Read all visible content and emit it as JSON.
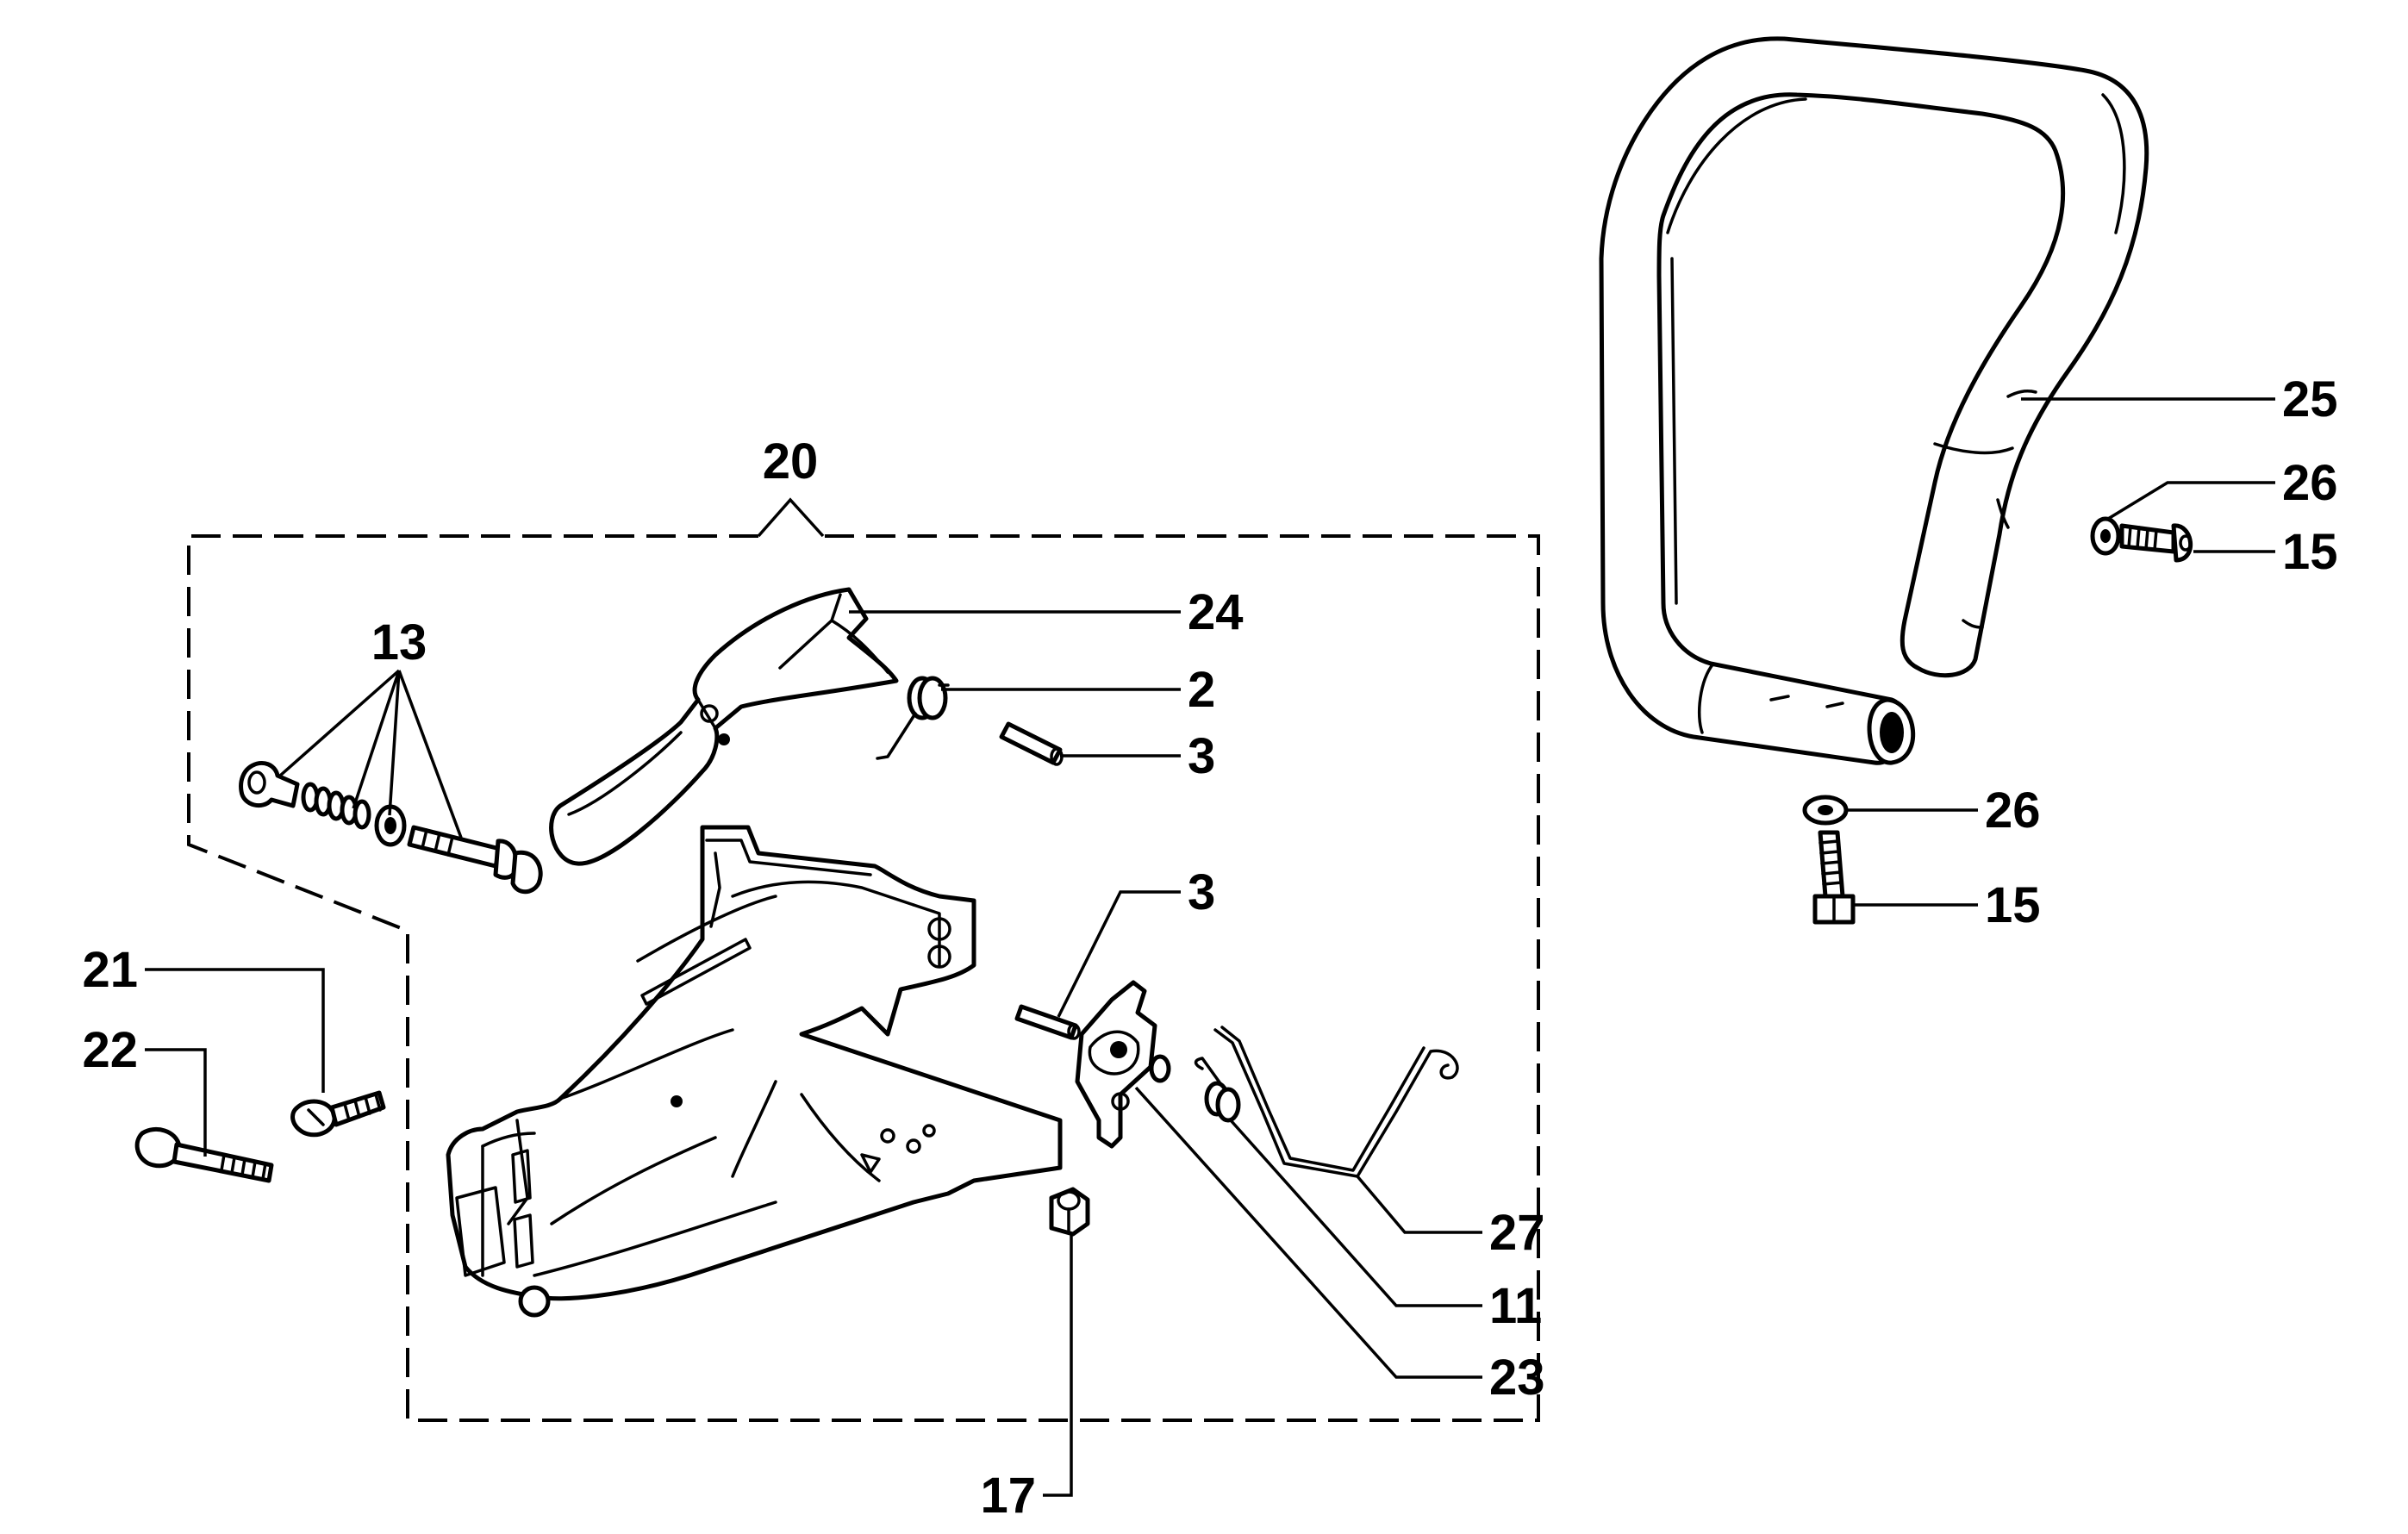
{
  "diagram": {
    "colors": {
      "ink": "#000000",
      "background": "#ffffff"
    },
    "labels": {
      "p20": "20",
      "p24": "24",
      "p2": "2",
      "p3a": "3",
      "p3b": "3",
      "p13": "13",
      "p21": "21",
      "p22": "22",
      "p27": "27",
      "p11": "11",
      "p23": "23",
      "p17": "17",
      "p25": "25",
      "p26a": "26",
      "p15a": "15",
      "p26b": "26",
      "p15b": "15"
    }
  }
}
